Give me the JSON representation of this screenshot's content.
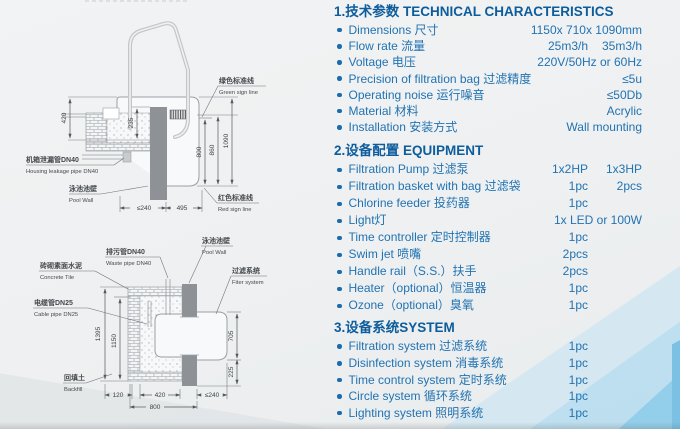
{
  "colors": {
    "heading_blue": "#0d5c9c",
    "body_blue": "#2273b2",
    "bullet_blue": "#1a6cae",
    "deco_light_blue": "#c7e4f3",
    "deco_strip_blue": "#7cc0e4",
    "diagram_gray": "#8e9296"
  },
  "tech": {
    "title": "1.技术参数 TECHNICAL CHARACTERISTICS",
    "items": [
      {
        "label": "Dimensions 尺寸",
        "v1": "",
        "v2": "1150x 710x 1090mm"
      },
      {
        "label": "Flow rate 流量",
        "v1": "25m3/h",
        "v2": "35m3/h"
      },
      {
        "label": "Voltage 电压",
        "v1": "",
        "v2": "220V/50Hz or 60Hz"
      },
      {
        "label": "Precision of filtration bag 过滤精度",
        "v1": "",
        "v2": "≤5u"
      },
      {
        "label": "Operating noise 运行噪音",
        "v1": "",
        "v2": "≤50Db"
      },
      {
        "label": "Material 材料",
        "v1": "",
        "v2": "Acrylic"
      },
      {
        "label": "Installation 安装方式",
        "v1": "",
        "v2": "Wall mounting"
      }
    ]
  },
  "equip": {
    "title": "2.设备配置 EQUIPMENT",
    "items": [
      {
        "label": "Filtration Pump 过滤泵",
        "v1": "1x2HP",
        "v2": "1x3HP"
      },
      {
        "label": "Filtration basket with bag 过滤袋",
        "v1": "1pc",
        "v2": "2pcs"
      },
      {
        "label": "Chlorine feeder 投药器",
        "v1": "1pc",
        "v2": ""
      },
      {
        "label": "Light灯",
        "v1": "",
        "v2": "1x LED or 100W"
      },
      {
        "label": "Time controller 定时控制器",
        "v1": "1pc",
        "v2": ""
      },
      {
        "label": "Swim jet 喷嘴",
        "v1": "2pcs",
        "v2": ""
      },
      {
        "label": "Handle rail（S.S.）扶手",
        "v1": "2pcs",
        "v2": ""
      },
      {
        "label": "Heater（optional）恒温器",
        "v1": "1pc",
        "v2": ""
      },
      {
        "label": "Ozone（optional）臭氧",
        "v1": "1pc",
        "v2": ""
      }
    ]
  },
  "system": {
    "title": "3.设备系统SYSTEM",
    "items": [
      {
        "label": "Filtration system 过滤系统",
        "v1": "1pc",
        "v2": ""
      },
      {
        "label": "Disinfection system 消毒系统",
        "v1": "1pc",
        "v2": ""
      },
      {
        "label": "Time control system 定时系统",
        "v1": "1pc",
        "v2": ""
      },
      {
        "label": "Circle system 循环系统",
        "v1": "1pc",
        "v2": ""
      },
      {
        "label": "Lighting system 照明系统",
        "v1": "1pc",
        "v2": ""
      }
    ]
  },
  "diagram_top": {
    "green_line_zh": "绿色标准线",
    "green_line_en": "Green sign line",
    "housing_pipe_zh": "机箱泄漏管DN40",
    "housing_pipe_en": "Housing leakage pipe DN40",
    "pool_wall_zh": "泳池池壁",
    "pool_wall_en": "Pool Wall",
    "red_line_zh": "红色标准线",
    "red_line_en": "Red sign line",
    "dim_420": "420",
    "dim_235": "235",
    "dim_800": "800",
    "dim_860": "860",
    "dim_1090": "1090",
    "dim_240": "≤240",
    "dim_495": "495"
  },
  "diagram_bottom": {
    "waste_pipe_zh": "排污管DN40",
    "waste_pipe_en": "Waste pipe DN40",
    "pool_wall_zh": "泳池池壁",
    "pool_wall_en": "Pool Wall",
    "concrete_zh": "砖砌素面水泥",
    "concrete_en": "Concrete Tile",
    "filter_zh": "过滤系统",
    "filter_en": "Fiter system",
    "cable_zh": "电缆管DN25",
    "cable_en": "Cable pipe DN25",
    "backfill_zh": "回填土",
    "backfill_en": "Backfill",
    "dim_1395": "1395",
    "dim_1150": "1150",
    "dim_705": "705",
    "dim_225": "225",
    "dim_120": "120",
    "dim_420": "420",
    "dim_240": "≤240",
    "dim_800": "800"
  }
}
